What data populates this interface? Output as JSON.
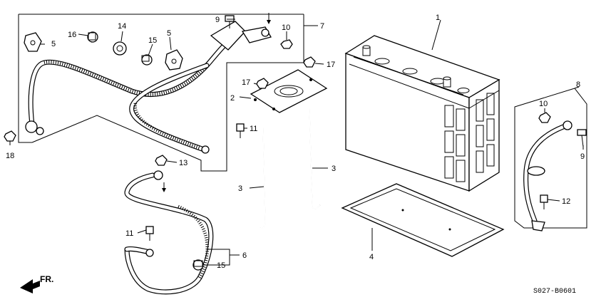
{
  "diagram_code": "S027-B0601",
  "direction_label": "FR.",
  "callouts": {
    "c1": "1",
    "c2": "2",
    "c3a": "3",
    "c3b": "3",
    "c4": "4",
    "c5a": "5",
    "c5b": "5",
    "c6": "6",
    "c7": "7",
    "c8": "8",
    "c9a": "9",
    "c9b": "9",
    "c10a": "10",
    "c10b": "10",
    "c11a": "11",
    "c11b": "11",
    "c12": "12",
    "c13": "13",
    "c14": "14",
    "c15a": "15",
    "c15b": "15",
    "c16": "16",
    "c17a": "17",
    "c17b": "17",
    "c18": "18"
  }
}
